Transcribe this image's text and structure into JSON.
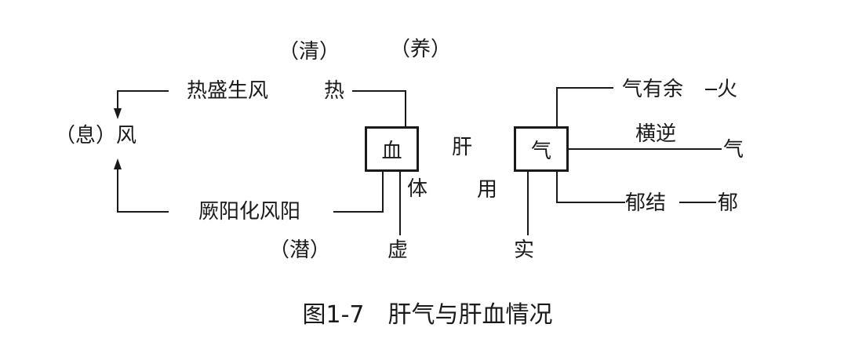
{
  "diagram": {
    "caption": "图1-7　肝气与肝血情况",
    "center_label": "肝",
    "left_group": {
      "wind_label": "（息）风",
      "top_cause": "热盛生风",
      "bottom_cause": "厥阳化风阳",
      "qing_label": "（清）",
      "qian_label": "（潜）"
    },
    "blood": {
      "box_label": "血",
      "heat_label": "热",
      "yang_label": "（养）",
      "ti_label": "体",
      "xu_label": "虚"
    },
    "qi": {
      "box_label": "气",
      "yong_label": "用",
      "shi_label": "实",
      "excess_label": "气有余",
      "fire_label": "火",
      "hengni_label": "横逆",
      "qi_end_label": "气",
      "yujie_label": "郁结",
      "yu_end_label": "郁"
    },
    "colors": {
      "line": "#1a1a1a",
      "background": "#ffffff"
    }
  }
}
